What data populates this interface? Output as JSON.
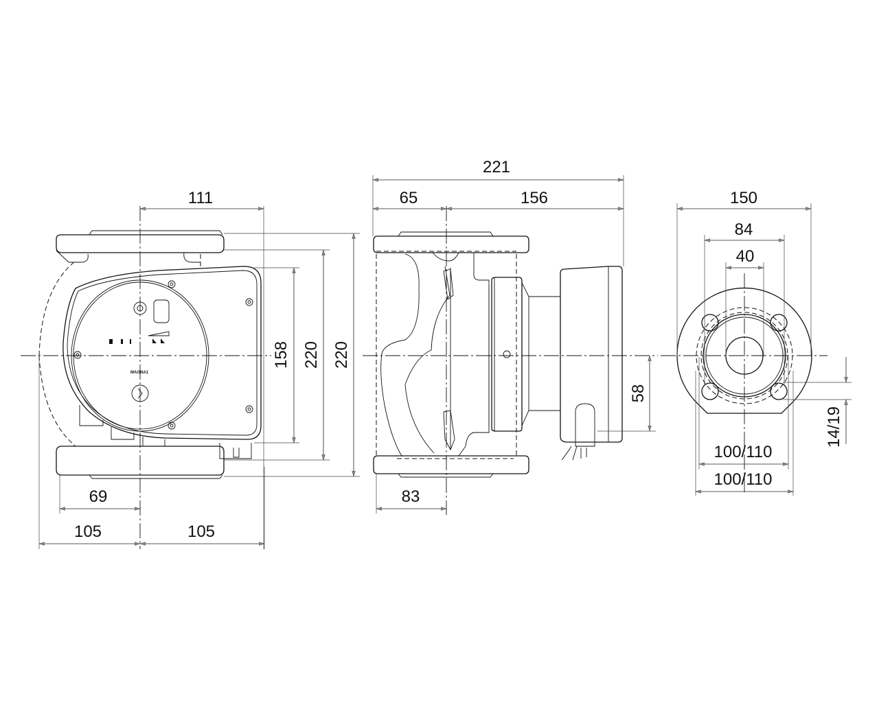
{
  "drawing": {
    "front_view": {
      "brand_mark": "MAGNA1",
      "dimensions": {
        "width_to_box": "111",
        "height_box": "158",
        "height_inner": "220",
        "height_flange": "220",
        "half_left": "105",
        "half_right": "105",
        "offset_left": "69"
      }
    },
    "side_view": {
      "dimensions": {
        "overall_length": "221",
        "flange_to_axis": "65",
        "axis_to_box": "156",
        "port_to_axis": "83",
        "terminal_height": "58"
      }
    },
    "flange_view": {
      "dimensions": {
        "flange_diameter": "150",
        "bolt_spacing": "84",
        "bore": "40",
        "bolt_circle_a": "100/110",
        "bolt_circle_b": "100/110",
        "bolt_hole": "14/19"
      }
    }
  }
}
